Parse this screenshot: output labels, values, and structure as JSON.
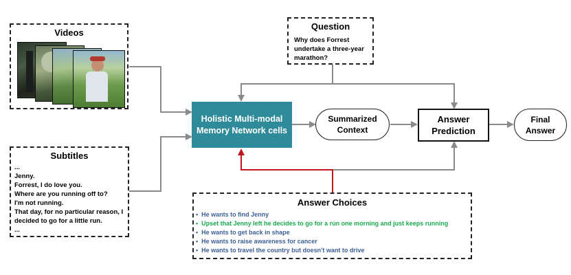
{
  "videos": {
    "title": "Videos"
  },
  "question": {
    "title": "Question",
    "text": "Why does Forrest undertake a three-year marathon?"
  },
  "subtitles": {
    "title": "Subtitles",
    "lines": [
      "...",
      "Jenny.",
      "Forrest, I do love you.",
      "Where are you running off to?",
      "I'm not running.",
      "That day, for no particular reason, I",
      "decided to go for a little run.",
      "..."
    ]
  },
  "memory": {
    "label": "Holistic Multi-modal Memory Network cells",
    "fill": "#2f8a99"
  },
  "summarized": {
    "label": "Summarized Context"
  },
  "prediction": {
    "label": "Answer Prediction"
  },
  "final": {
    "label": "Final Answer"
  },
  "answers": {
    "title": "Answer Choices",
    "items": [
      {
        "text": "He wants to find Jenny",
        "color": "#3d5f97"
      },
      {
        "text": "Upset that Jenny left he decides to go for a run one morning and just keeps running",
        "color": "#1aa84f"
      },
      {
        "text": "He wants to get back in shape",
        "color": "#3d5f97"
      },
      {
        "text": "He wants to raise awareness for cancer",
        "color": "#3d5f97"
      },
      {
        "text": "He wants to travel the country but doesn't want to drive",
        "color": "#3d5f97"
      }
    ]
  },
  "colors": {
    "arrow": "#8a8a8a",
    "highlight_arrow": "#c0161c"
  }
}
